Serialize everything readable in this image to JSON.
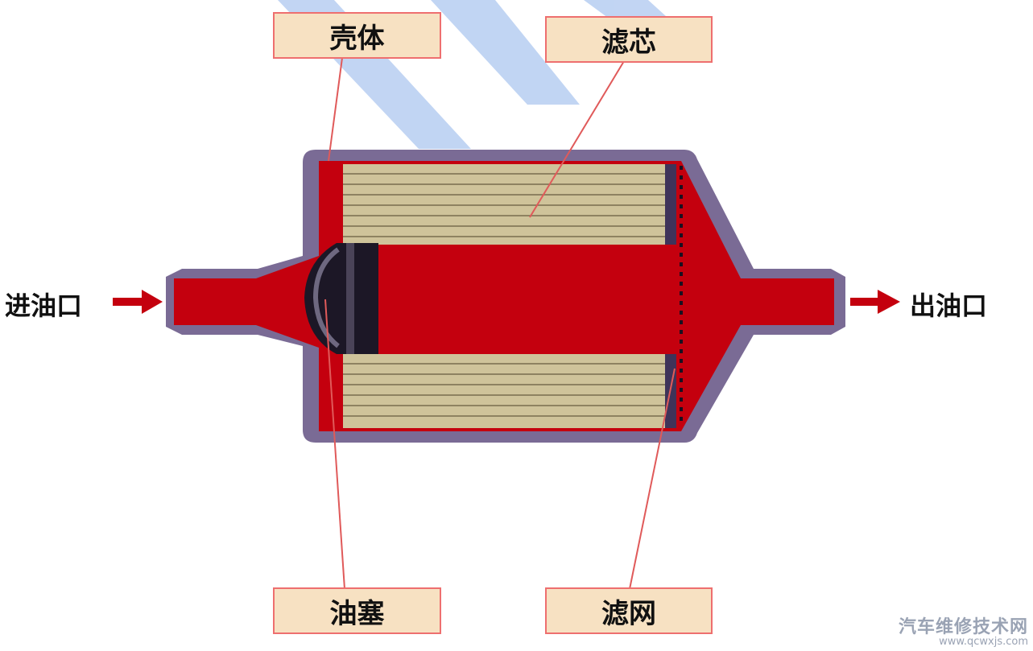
{
  "labels": {
    "housing": "壳体",
    "filter_element": "滤芯",
    "plug": "油塞",
    "screen": "滤网"
  },
  "ports": {
    "inlet": "进油口",
    "outlet": "出油口"
  },
  "watermark": {
    "name": "汽车维修技术网",
    "url": "www.qcwxjs.com"
  },
  "colors": {
    "housing": "#7a6b95",
    "fuel": "#c4000e",
    "filter_paper": "#cfc39a",
    "label_bg": "#f7e1c2",
    "label_border": "#ee6f6f",
    "arrow": "#c4000e",
    "decor_blue": "#8fb3ea"
  }
}
